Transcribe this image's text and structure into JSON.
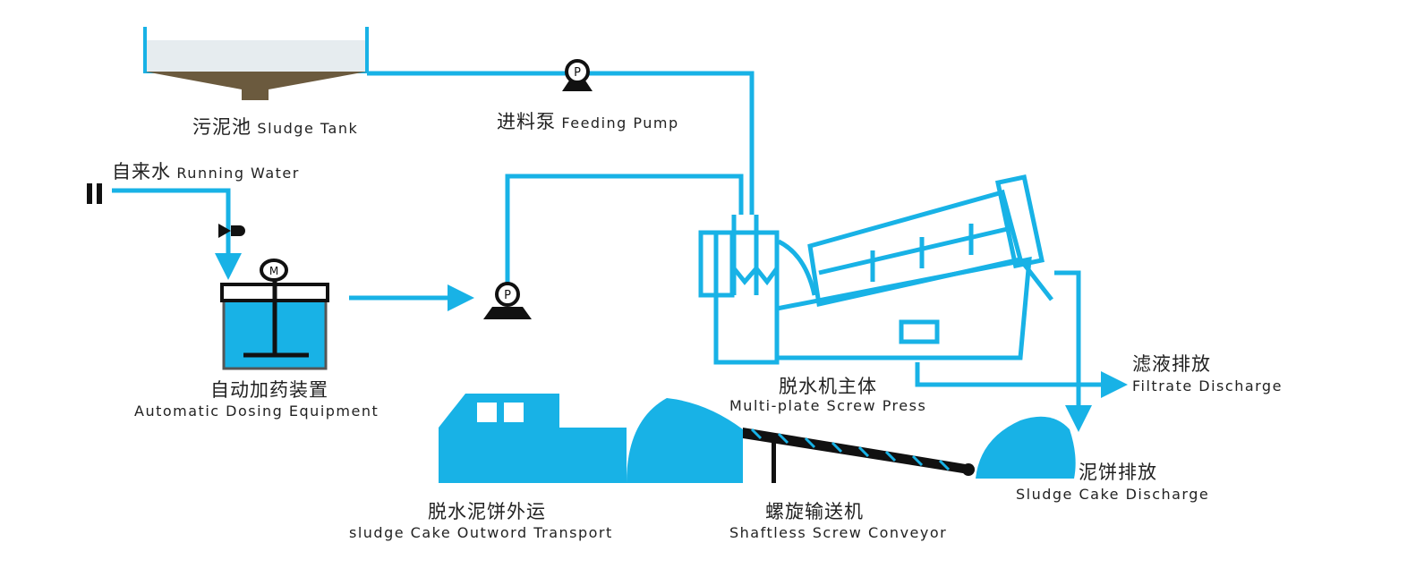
{
  "colors": {
    "pipe": "#18b2e6",
    "sludge": "#6b5a3e",
    "dark": "#111111"
  },
  "labels": {
    "sludge_tank": {
      "zh": "污泥池",
      "en": "Sludge Tank"
    },
    "feeding_pump": {
      "zh": "进料泵",
      "en": "Feeding Pump",
      "pump_letter": "P"
    },
    "running_water": {
      "zh": "自来水",
      "en": "Running Water"
    },
    "dosing": {
      "zh": "自动加药装置",
      "en": "Automatic Dosing Equipment",
      "motor_letter": "M"
    },
    "dosing_pump": {
      "pump_letter": "P"
    },
    "press": {
      "zh": "脱水机主体",
      "en": "Multi-plate Screw Press"
    },
    "filtrate": {
      "zh": "滤液排放",
      "en": "Filtrate Discharge"
    },
    "cake_discharge": {
      "zh": "泥饼排放",
      "en": "Sludge Cake Discharge"
    },
    "transport": {
      "zh": "脱水泥饼外运",
      "en": "sludge Cake Outword Transport"
    },
    "conveyor": {
      "zh": "螺旋输送机",
      "en": "Shaftless Screw Conveyor"
    }
  }
}
